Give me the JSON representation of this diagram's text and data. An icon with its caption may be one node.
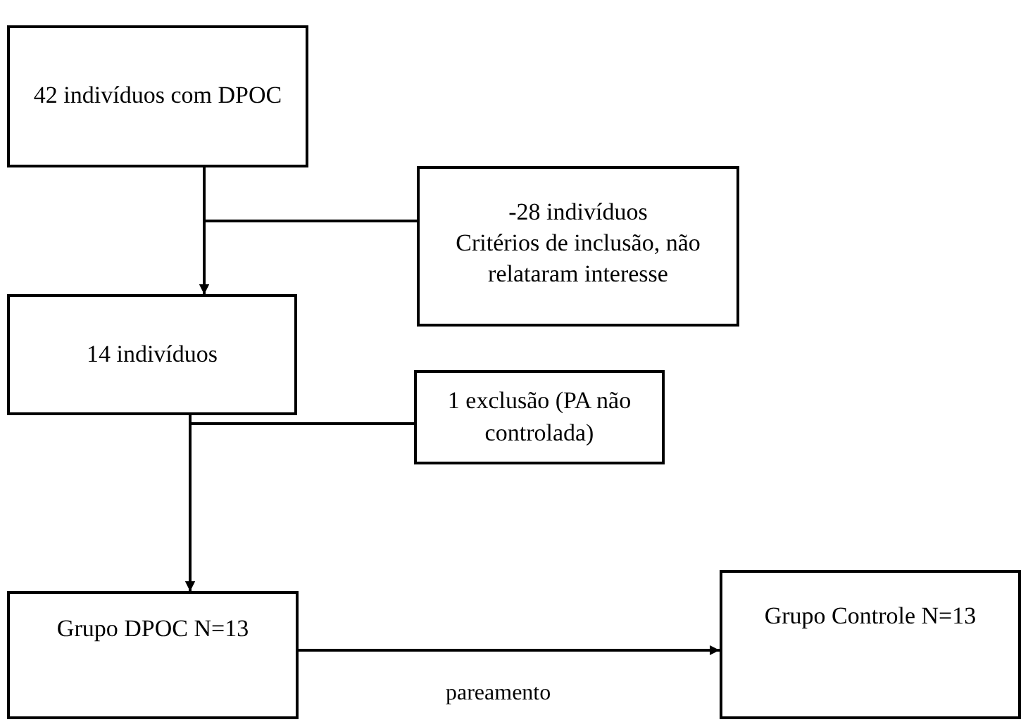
{
  "diagram": {
    "nodes": [
      {
        "text": [
          "42 indivíduos com DPOC"
        ]
      },
      {
        "text": [
          "-28 indivíduos",
          "Critérios de inclusão, não relataram interesse"
        ]
      },
      {
        "text": [
          "14 indivíduos"
        ]
      },
      {
        "text": [
          "1 exclusão (PA não controlada)"
        ]
      },
      {
        "text": [
          "Grupo DPOC N=13"
        ]
      },
      {
        "text": [
          "Grupo Controle N=13"
        ]
      }
    ],
    "edges": [
      {
        "from": 0,
        "to": 2,
        "arrow": "to"
      },
      {
        "from": 1,
        "to": 2,
        "arrow": "to"
      },
      {
        "from": 2,
        "to": 4,
        "arrow": "to"
      },
      {
        "from": 3,
        "to": 4,
        "arrow": "to"
      },
      {
        "from": 4,
        "to": 5,
        "arrow": "to",
        "label": "pareamento"
      }
    ]
  }
}
